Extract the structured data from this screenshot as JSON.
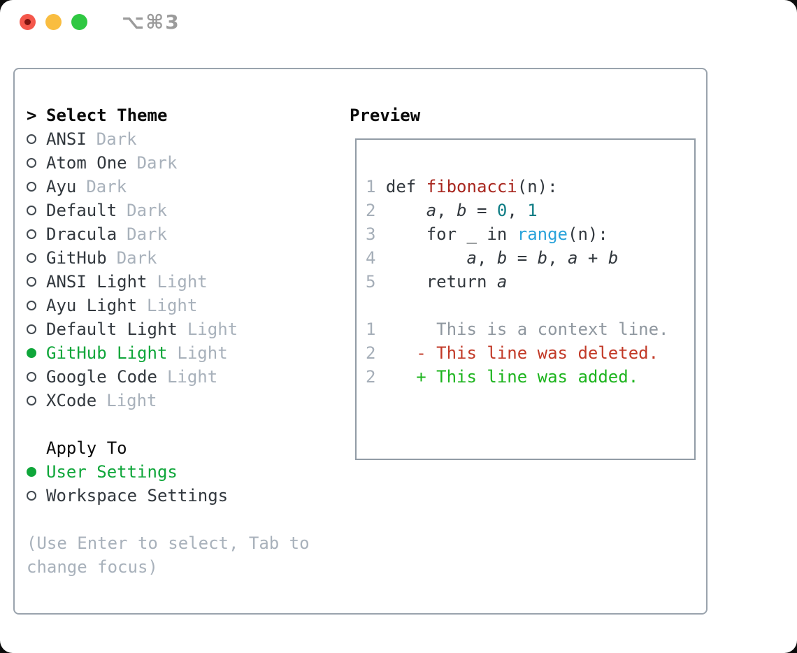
{
  "window": {
    "title": "⌥⌘3"
  },
  "colors": {
    "fg": "#32383e",
    "muted": "#a8b1bb",
    "ln": "#a5aeb8",
    "ctx": "#8f979f",
    "green": "#0fa63a",
    "add": "#1db41e",
    "del": "#c23a28",
    "fn": "#a8271f",
    "num": "#0f7d85",
    "call": "#2aa3da",
    "panel_border": "#9aa3ad",
    "box_border": "#929ca6",
    "tl_red": "#f4574b",
    "tl_red_dot": "#7d120e",
    "tl_yellow": "#f9bd40",
    "tl_green": "#2fc842",
    "title_color": "#9b9b9b"
  },
  "theme_selector": {
    "prompt": ">",
    "header": "Select Theme",
    "items": [
      {
        "name": "ANSI",
        "variant": "Dark",
        "selected": false
      },
      {
        "name": "Atom One",
        "variant": "Dark",
        "selected": false
      },
      {
        "name": "Ayu",
        "variant": "Dark",
        "selected": false
      },
      {
        "name": "Default",
        "variant": "Dark",
        "selected": false
      },
      {
        "name": "Dracula",
        "variant": "Dark",
        "selected": false
      },
      {
        "name": "GitHub",
        "variant": "Dark",
        "selected": false
      },
      {
        "name": "ANSI Light",
        "variant": "Light",
        "selected": false
      },
      {
        "name": "Ayu Light",
        "variant": "Light",
        "selected": false
      },
      {
        "name": "Default Light",
        "variant": "Light",
        "selected": false
      },
      {
        "name": "GitHub Light",
        "variant": "Light",
        "selected": true
      },
      {
        "name": "Google Code",
        "variant": "Light",
        "selected": false
      },
      {
        "name": "XCode",
        "variant": "Light",
        "selected": false
      }
    ]
  },
  "apply_to": {
    "header": "Apply To",
    "options": [
      {
        "label": "User Settings",
        "selected": true
      },
      {
        "label": "Workspace Settings",
        "selected": false
      }
    ]
  },
  "hint": {
    "line1": "(Use Enter to select, Tab to",
    "line2": "change focus)"
  },
  "preview": {
    "header": "Preview",
    "lines": [
      [
        {
          "t": "1 ",
          "c": "ln"
        },
        {
          "t": "def ",
          "c": "fg"
        },
        {
          "t": "fibonacci",
          "c": "fn"
        },
        {
          "t": "(n):",
          "c": "fg"
        }
      ],
      [
        {
          "t": "2 ",
          "c": "ln"
        },
        {
          "t": "    ",
          "c": "fg"
        },
        {
          "t": "a",
          "c": "var"
        },
        {
          "t": ", ",
          "c": "fg"
        },
        {
          "t": "b",
          "c": "var"
        },
        {
          "t": " = ",
          "c": "fg"
        },
        {
          "t": "0",
          "c": "num"
        },
        {
          "t": ", ",
          "c": "fg"
        },
        {
          "t": "1",
          "c": "num"
        }
      ],
      [
        {
          "t": "3 ",
          "c": "ln"
        },
        {
          "t": "    for _ in ",
          "c": "fg"
        },
        {
          "t": "range",
          "c": "call"
        },
        {
          "t": "(n):",
          "c": "fg"
        }
      ],
      [
        {
          "t": "4 ",
          "c": "ln"
        },
        {
          "t": "        ",
          "c": "fg"
        },
        {
          "t": "a",
          "c": "var"
        },
        {
          "t": ", ",
          "c": "fg"
        },
        {
          "t": "b",
          "c": "var"
        },
        {
          "t": " = ",
          "c": "fg"
        },
        {
          "t": "b",
          "c": "var"
        },
        {
          "t": ", ",
          "c": "fg"
        },
        {
          "t": "a",
          "c": "var"
        },
        {
          "t": " + ",
          "c": "fg"
        },
        {
          "t": "b",
          "c": "var"
        }
      ],
      [
        {
          "t": "5 ",
          "c": "ln"
        },
        {
          "t": "    return ",
          "c": "fg"
        },
        {
          "t": "a",
          "c": "var"
        }
      ],
      [],
      [
        {
          "t": "1 ",
          "c": "ln"
        },
        {
          "t": "     This is a context line.",
          "c": "ctx"
        }
      ],
      [
        {
          "t": "2 ",
          "c": "ln"
        },
        {
          "t": "   - This line was deleted.",
          "c": "del"
        }
      ],
      [
        {
          "t": "2 ",
          "c": "ln"
        },
        {
          "t": "   + This line was added.",
          "c": "add"
        }
      ]
    ]
  }
}
